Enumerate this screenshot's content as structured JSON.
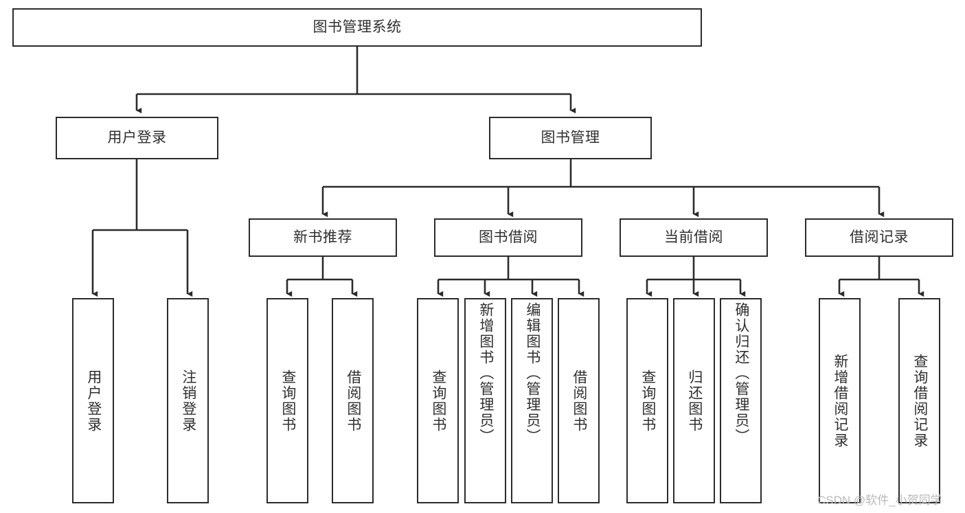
{
  "diagram": {
    "title": "图书管理系统",
    "type": "hierarchy-tree",
    "watermark": "CSDN @软件_小贺同学",
    "colors": {
      "stroke": "#2b2b2b",
      "text": "#2f2f2f",
      "background": "#ffffff",
      "watermark": "#b9b9b9"
    },
    "nodes": {
      "root": {
        "label": "图书管理系统"
      },
      "level2": [
        {
          "id": "user-login",
          "label": "用户登录"
        },
        {
          "id": "book-manage",
          "label": "图书管理"
        }
      ],
      "level3": [
        {
          "id": "new-book-recommend",
          "label": "新书推荐"
        },
        {
          "id": "book-borrow",
          "label": "图书借阅"
        },
        {
          "id": "current-borrow",
          "label": "当前借阅"
        },
        {
          "id": "borrow-record",
          "label": "借阅记录"
        }
      ],
      "leaves": {
        "user-login": [
          {
            "id": "leaf-user-login",
            "label": "用户登录"
          },
          {
            "id": "leaf-user-logout",
            "label": "注销登录"
          }
        ],
        "new-book-recommend": [
          {
            "id": "leaf-query-book-1",
            "label": "查询图书"
          },
          {
            "id": "leaf-borrow-book-1",
            "label": "借阅图书"
          }
        ],
        "book-borrow": [
          {
            "id": "leaf-query-book-2",
            "label": "查询图书"
          },
          {
            "id": "leaf-add-book-admin",
            "label": "新增图书（管理员）"
          },
          {
            "id": "leaf-edit-book-admin",
            "label": "编辑图书（管理员）"
          },
          {
            "id": "leaf-borrow-book-2",
            "label": "借阅图书"
          }
        ],
        "current-borrow": [
          {
            "id": "leaf-query-book-3",
            "label": "查询图书"
          },
          {
            "id": "leaf-return-book",
            "label": "归还图书"
          },
          {
            "id": "leaf-confirm-return-admin",
            "label": "确认归还（管理员）"
          }
        ],
        "borrow-record": [
          {
            "id": "leaf-add-borrow-record",
            "label": "新增借阅记录"
          },
          {
            "id": "leaf-query-borrow-record",
            "label": "查询借阅记录"
          }
        ]
      }
    }
  }
}
